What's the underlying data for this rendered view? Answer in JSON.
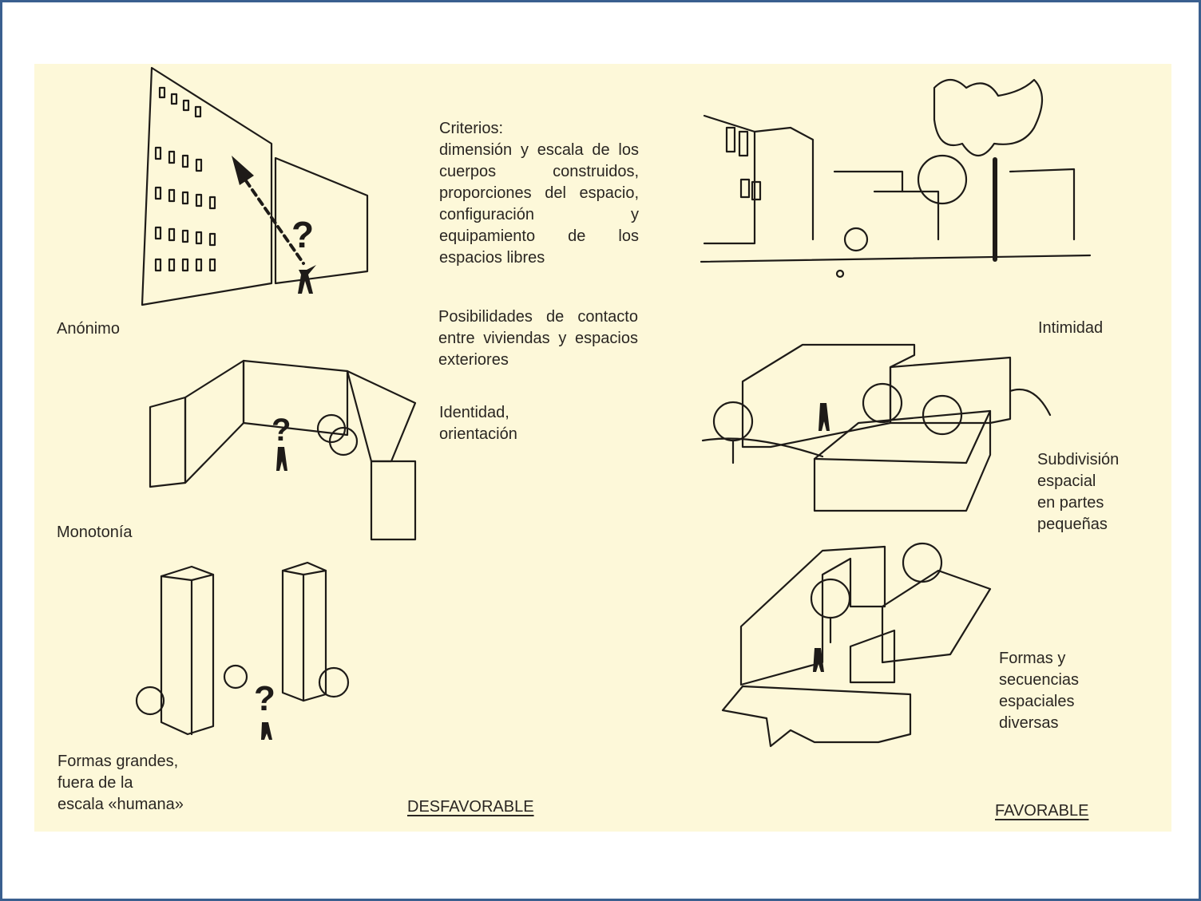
{
  "criteria": {
    "heading": "Criterios:",
    "item1": "dimensión y escala de los cuerpos construidos, proporciones del espacio, configuración y equipamiento de los espacios libres",
    "item2": "Posibilidades de contacto entre viviendas y espacios exteriores",
    "item3": "Identidad, orientación"
  },
  "unfavorable": {
    "title": "DESFAVORABLE",
    "labels": [
      "Anónimo",
      "Monotonía",
      "Formas grandes,\nfuera de la\nescala «humana»"
    ]
  },
  "favorable": {
    "title": "FAVORABLE",
    "labels": [
      "Intimidad",
      "Subdivisión\nespacial\nen partes\npequeñas",
      "Formas y\nsecuencias\nespaciales\ndiversas"
    ]
  },
  "colors": {
    "border": "#3a5f8f",
    "paper": "#fdf8d9",
    "ink": "#1e1b18"
  }
}
